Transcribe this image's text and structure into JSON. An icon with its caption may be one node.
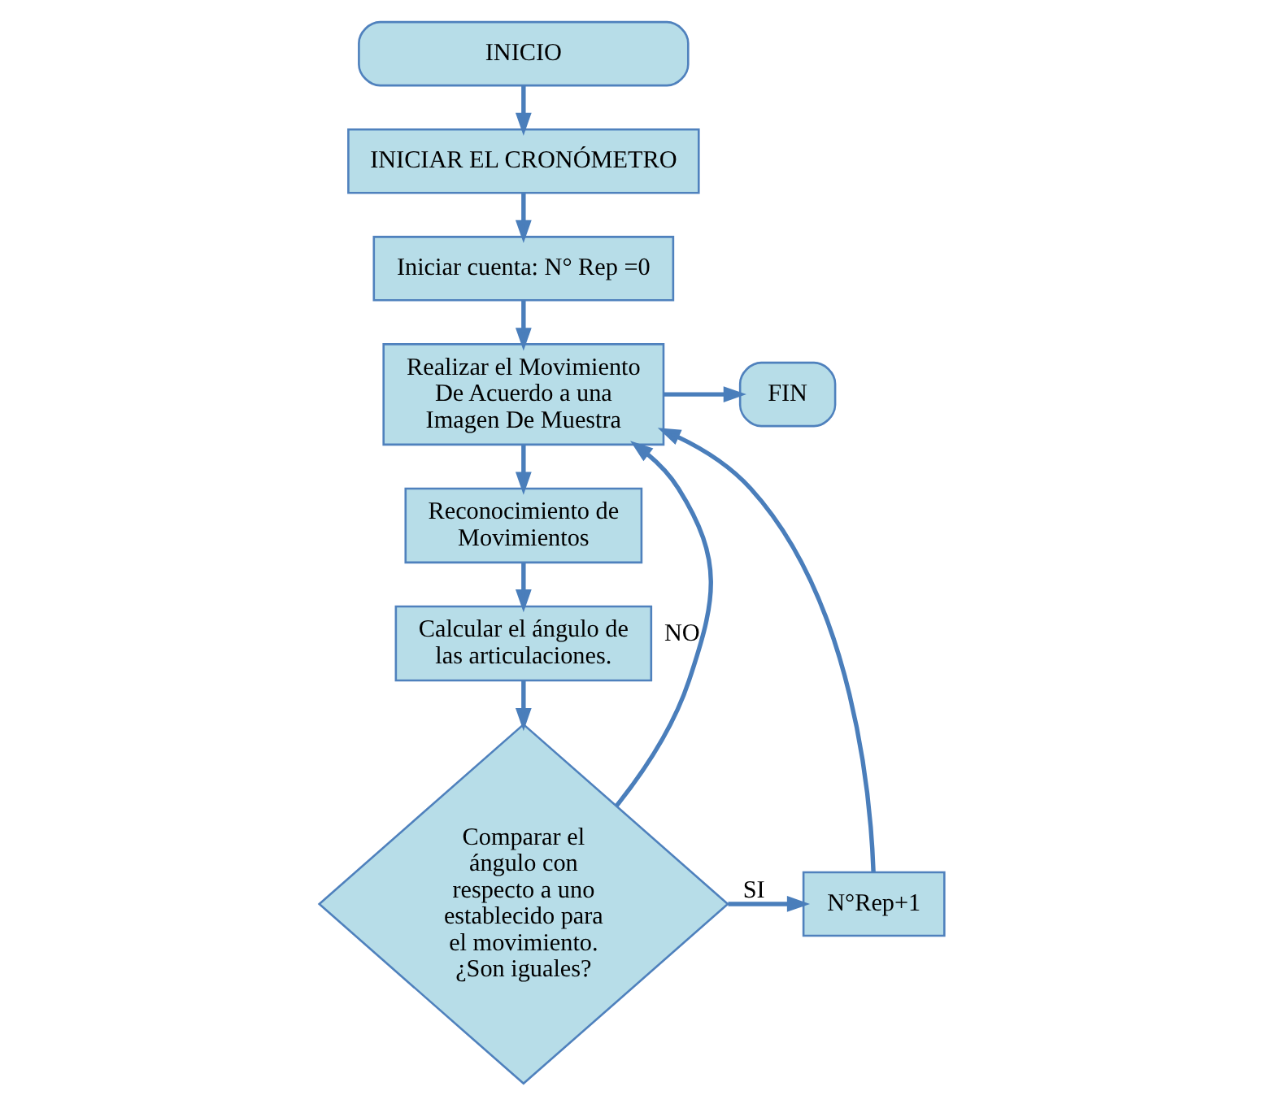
{
  "diagram": {
    "nodes": [
      {
        "text": [
          "INICIO"
        ]
      },
      {
        "text": [
          "INICIAR EL CRONÓMETRO"
        ]
      },
      {
        "text": [
          "Iniciar cuenta: N° Rep =0"
        ]
      },
      {
        "text": [
          "Realizar el Movimiento De Acuerdo a una Imagen De Muestra"
        ]
      },
      {
        "text": [
          "FIN"
        ]
      },
      {
        "text": [
          "Reconocimiento de Movimientos"
        ]
      },
      {
        "text": [
          "Calcular el ángulo de las articulaciones."
        ]
      },
      {
        "text": [
          "Comparar el ángulo con respecto a uno establecido para el movimiento. ¿Son iguales?"
        ]
      },
      {
        "text": [
          "N°Rep+1"
        ]
      }
    ],
    "edges": [
      {
        "from": 0,
        "to": 1,
        "arrow": "to"
      },
      {
        "from": 1,
        "to": 2,
        "arrow": "to"
      },
      {
        "from": 2,
        "to": 3,
        "arrow": "to"
      },
      {
        "from": 3,
        "to": 4,
        "arrow": "to"
      },
      {
        "from": 3,
        "to": 5,
        "arrow": "to"
      },
      {
        "from": 5,
        "to": 6,
        "arrow": "to"
      },
      {
        "from": 6,
        "to": 7,
        "arrow": "to"
      },
      {
        "from": 7,
        "to": 3,
        "arrow": "to",
        "label": "NO"
      },
      {
        "from": 7,
        "to": 8,
        "arrow": "to",
        "label": "SI"
      },
      {
        "from": 8,
        "to": 3,
        "arrow": "to"
      }
    ]
  }
}
